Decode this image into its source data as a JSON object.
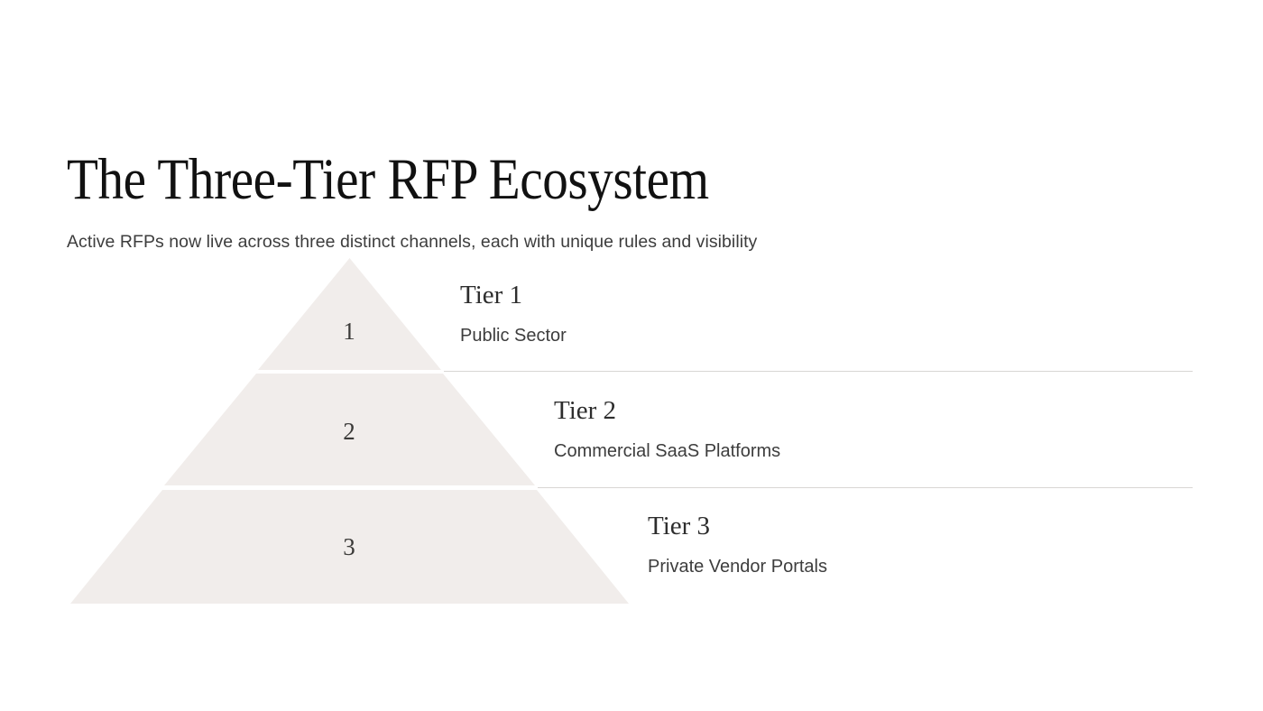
{
  "header": {
    "title": "The Three-Tier RFP Ecosystem",
    "subtitle": "Active RFPs now live across three distinct channels, each with unique rules and visibility"
  },
  "colors": {
    "background": "#ffffff",
    "pyramid_fill": "#f1edeb",
    "title_text": "#111111",
    "body_text": "#3d3d3d",
    "number_text": "#3b3a38",
    "divider": "#d8d6d4"
  },
  "pyramid": {
    "name": "three-tier-pyramid",
    "levels": [
      {
        "number": "1",
        "label": "Tier 1",
        "description": "Public Sector"
      },
      {
        "number": "2",
        "label": "Tier 2",
        "description": "Commercial SaaS Platforms"
      },
      {
        "number": "3",
        "label": "Tier 3",
        "description": "Private Vendor Portals"
      }
    ]
  },
  "chart_data": {
    "type": "pyramid",
    "title": "The Three-Tier RFP Ecosystem",
    "subtitle": "Active RFPs now live across three distinct channels, each with unique rules and visibility",
    "categories": [
      "Tier 1",
      "Tier 2",
      "Tier 3"
    ],
    "labels": [
      "Public Sector",
      "Commercial SaaS Platforms",
      "Private Vendor Portals"
    ],
    "values": [
      1,
      2,
      3
    ],
    "orientation": "apex-up",
    "legend": "none",
    "grid": false
  }
}
